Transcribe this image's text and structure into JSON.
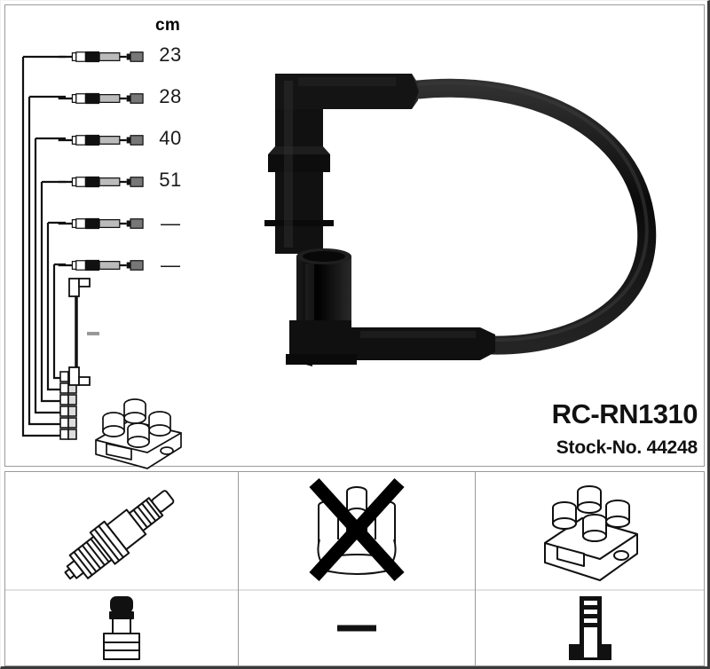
{
  "product": {
    "code": "RC-RN1310",
    "stock_no": "Stock-No. 44248"
  },
  "length_table": {
    "unit_header": "cm",
    "rows": [
      {
        "label": "23",
        "is_dash": false
      },
      {
        "label": "28",
        "is_dash": false
      },
      {
        "label": "40",
        "is_dash": false
      },
      {
        "label": "51",
        "is_dash": false
      },
      {
        "label": "—",
        "is_dash": true
      },
      {
        "label": "—",
        "is_dash": true
      }
    ]
  },
  "main_illustration": {
    "name": "ignition-cable-lead",
    "cable_color": "#111111",
    "parts": [
      "upper-right-angle-boot",
      "lower-right-angle-boot",
      "curved-ignition-cable"
    ]
  },
  "bundle": {
    "name": "wire-bundle-routing",
    "terminal_count": 6,
    "coil_pack_towers": 4
  },
  "icon_panels": [
    {
      "name": "spark-plug-panel",
      "top_icon": "spark-plug-icon",
      "bottom_icon": "spark-plug-connector-icon",
      "crossed_out": false,
      "bottom_is_dash": false
    },
    {
      "name": "distributor-cap-panel",
      "top_icon": "distributor-cap-icon",
      "bottom_icon": "dash-icon",
      "crossed_out": true,
      "bottom_is_dash": true
    },
    {
      "name": "ignition-coil-panel",
      "top_icon": "ignition-coil-pack-icon",
      "bottom_icon": "coil-terminal-icon",
      "crossed_out": false,
      "bottom_is_dash": false
    }
  ],
  "colors": {
    "ink": "#111111",
    "frame": "#9a9a9a",
    "outer_border": "#3a3a3a",
    "divider": "#e2e2e2",
    "background": "#ffffff"
  }
}
